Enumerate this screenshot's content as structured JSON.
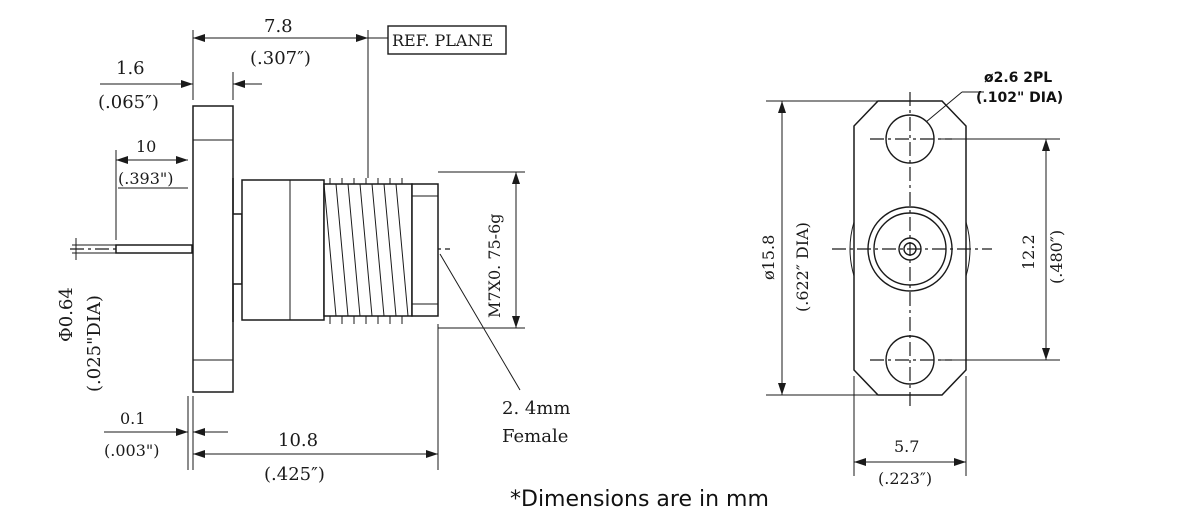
{
  "side_view": {
    "overall_length": "7.8",
    "overall_length_in": "(.307″)",
    "ref_plane": "REF. PLANE",
    "flange_thickness": "1.6",
    "flange_thickness_in": "(.065″)",
    "pin_length": "10",
    "pin_length_in": "(.393\")",
    "pin_dia": "Φ0.64",
    "pin_dia_in": "(.025\"DIA)",
    "gap": "0.1",
    "gap_in": "(.003\")",
    "body_length": "10.8",
    "body_length_in": "(.425″)",
    "thread": "M7X0. 75-6g",
    "connector_size": "2. 4mm",
    "connector_gender": "Female"
  },
  "front_view": {
    "hole_dia": "ø2.6  2PL",
    "hole_dia_in": "(.102\"  DIA)",
    "flange_length": "ø15.8",
    "flange_length_in": "(.622″ DIA)",
    "hole_spacing": "12.2",
    "hole_spacing_in": "(.480″)",
    "flange_width": "5.7",
    "flange_width_in": "(.223″)"
  },
  "footnote": "*Dimensions are in mm"
}
